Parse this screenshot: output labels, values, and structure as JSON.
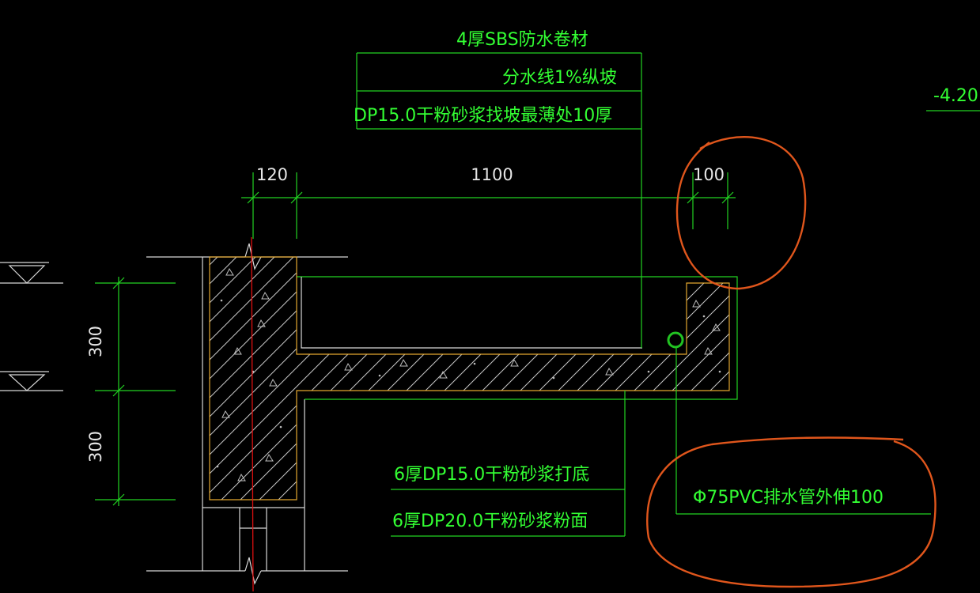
{
  "annotations": {
    "sbs": "4厚SBS防水卷材",
    "slope": "分水线1%纵坡",
    "screed": "DP15.0干粉砂浆找坡最薄处10厚",
    "base_coat": "6厚DP15.0干粉砂浆打底",
    "finish_coat": "6厚DP20.0干粉砂浆粉面",
    "pipe": "Φ75PVC排水管外伸100",
    "elevation": "-4.20"
  },
  "dimensions": {
    "wall_width": "120",
    "gutter_width": "1100",
    "edge_width": "100",
    "height_upper": "300",
    "height_lower": "300"
  },
  "colors": {
    "background": "#000000",
    "annotation_text": "#33ff33",
    "dimension_line": "#22d322",
    "wall_outline": "#d8d8d8",
    "concrete_outline": "#e3a72f",
    "markup_circle": "#e0561c",
    "axis_line": "#e01010"
  }
}
